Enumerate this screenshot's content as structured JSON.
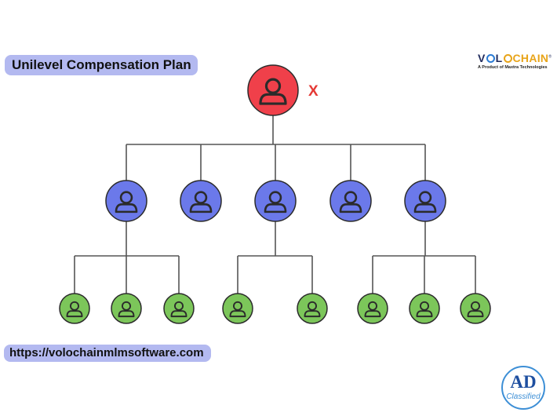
{
  "title": "Unilevel Compensation Plan",
  "url": "https://volochainmlmsoftware.com",
  "brand": {
    "name_parts": [
      "V",
      "L",
      "CHAIN"
    ],
    "registered": "®",
    "tagline": "A Product of Maxtra Technologies"
  },
  "root_marker": "X",
  "badge": {
    "main": "AD",
    "sub": "Classified"
  },
  "colors": {
    "root_fill": "#f0404a",
    "level1_fill": "#6b79ea",
    "level2_fill": "#7cc65a",
    "outline": "#2b2b2b",
    "connector": "#555555",
    "pill_bg": "#b3b9f0",
    "accent": "#e53935"
  },
  "tree": {
    "root": {
      "icon": "person-icon"
    },
    "level1": [
      {
        "children": 3
      },
      {
        "children": 0
      },
      {
        "children": 2
      },
      {
        "children": 0
      },
      {
        "children": 3
      }
    ]
  }
}
